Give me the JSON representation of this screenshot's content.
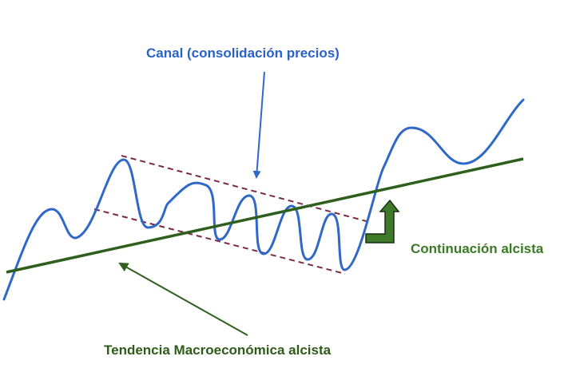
{
  "labels": {
    "channel": "Canal (consolidación precios)",
    "continuation": "Continuación alcista",
    "trend": "Tendencia Macroeconómica alcista"
  },
  "colors": {
    "price": "#2f68c8",
    "trend": "#2e5f1c",
    "channel": "#7a2a48",
    "arrow_fill": "#3e7a28"
  }
}
